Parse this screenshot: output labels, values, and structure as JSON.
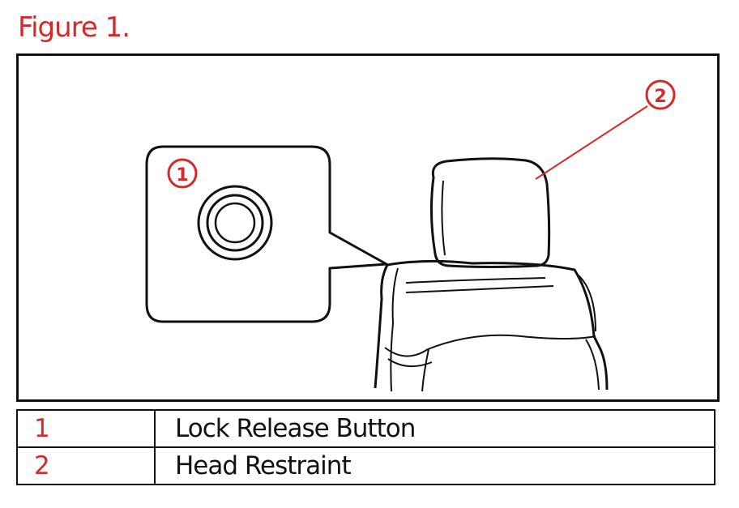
{
  "figure": {
    "title": "Figure 1.",
    "accent_color": "#d42a2a",
    "line_color": "#111111",
    "callouts": [
      {
        "number": "1",
        "icon": "lock-release-button-icon"
      },
      {
        "number": "2",
        "icon": "head-restraint-icon"
      }
    ]
  },
  "legend": {
    "rows": [
      {
        "number": "1",
        "label": "Lock Release Button"
      },
      {
        "number": "2",
        "label": "Head Restraint"
      }
    ]
  }
}
